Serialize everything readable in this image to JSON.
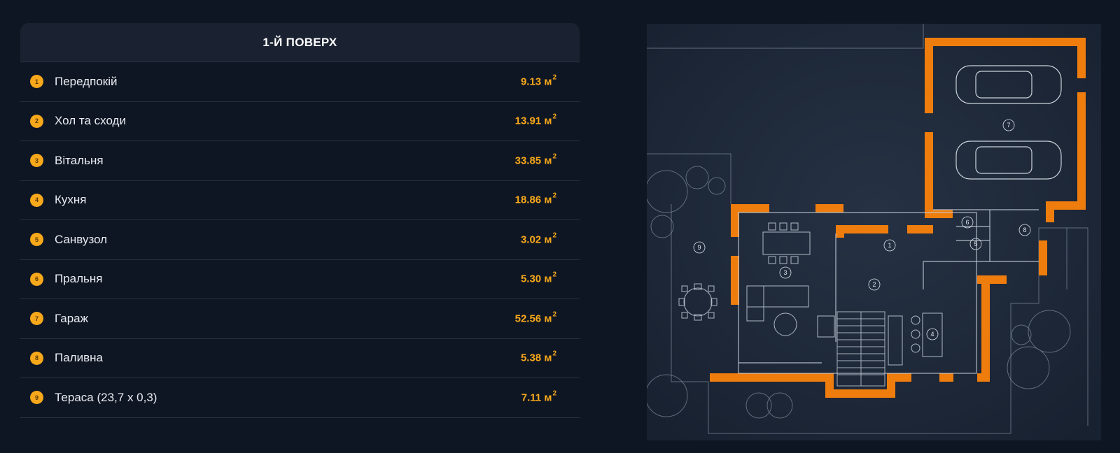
{
  "floor_table": {
    "title": "1-Й ПОВЕРХ",
    "unit": "м",
    "unit_power": "2",
    "rooms": [
      {
        "num": "1",
        "name": "Передпокій",
        "area": "9.13"
      },
      {
        "num": "2",
        "name": "Хол та сходи",
        "area": "13.91"
      },
      {
        "num": "3",
        "name": "Вітальня",
        "area": "33.85"
      },
      {
        "num": "4",
        "name": "Кухня",
        "area": "18.86"
      },
      {
        "num": "5",
        "name": "Санвузол",
        "area": "3.02"
      },
      {
        "num": "6",
        "name": "Пральня",
        "area": "5.30"
      },
      {
        "num": "7",
        "name": "Гараж",
        "area": "52.56"
      },
      {
        "num": "8",
        "name": "Паливна",
        "area": "5.38"
      },
      {
        "num": "9",
        "name": "Тераса (23,7 х 0,3)",
        "area": "7.11"
      }
    ]
  },
  "floor_plan": {
    "labels": [
      "1",
      "2",
      "3",
      "4",
      "5",
      "6",
      "7",
      "8",
      "9"
    ],
    "colors": {
      "wall": "#ef7d0d",
      "accent": "#f7a81b",
      "line": "#b9c3d1",
      "background": "#1d2736",
      "page": "#0f1623"
    }
  }
}
